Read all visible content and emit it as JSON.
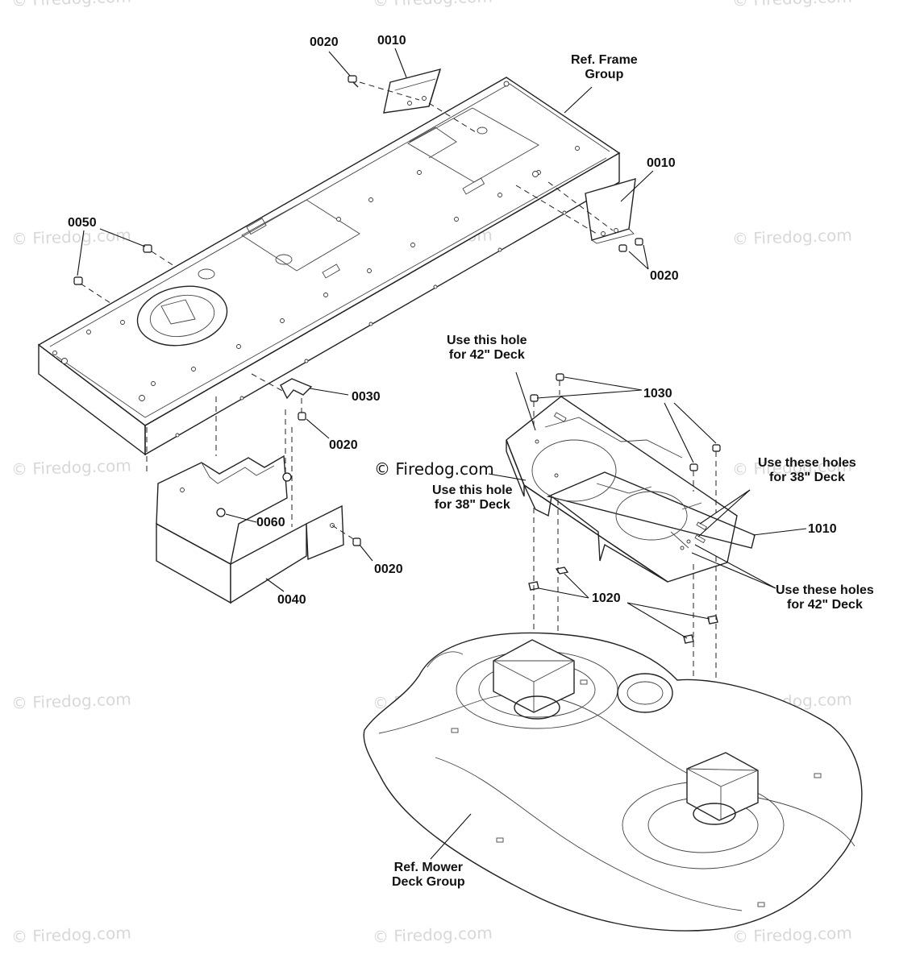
{
  "watermark": {
    "text": "© Firedog.com",
    "center_text": "© Firedog.com"
  },
  "callouts": {
    "p0020_top": "0020",
    "p0010_top": "0010",
    "ref_frame": "Ref. Frame",
    "ref_frame_2": "Group",
    "p0010_right": "0010",
    "p0050": "0050",
    "p0020_right": "0020",
    "p0030": "0030",
    "p0020_mid": "0020",
    "p0060": "0060",
    "p0020_low": "0020",
    "p0040": "0040",
    "p1030": "1030",
    "p1010": "1010",
    "p1020": "1020",
    "ref_deck": "Ref. Mower",
    "ref_deck_2": "Deck Group"
  },
  "notes": {
    "hole_42_line1": "Use this hole",
    "hole_42_line2": "for 42\" Deck",
    "hole_38_line1": "Use this hole",
    "hole_38_line2": "for 38\" Deck",
    "holes_38_line1": "Use these holes",
    "holes_38_line2": "for 38\" Deck",
    "holes_42_line1": "Use these holes",
    "holes_42_line2": "for 42\" Deck"
  }
}
